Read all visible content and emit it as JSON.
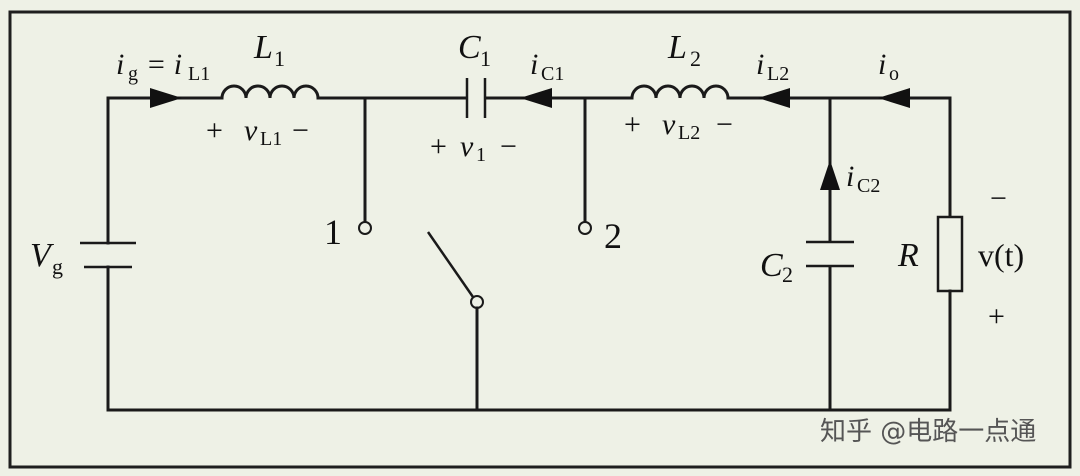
{
  "colors": {
    "background": "#eef1e6",
    "frame": "#1f1f1f",
    "wire": "#1a1a1a",
    "watermark": "#555555"
  },
  "labels": {
    "ig": "i",
    "ig_sub": "g",
    "ig_eq": "= i",
    "iL1_sub": "L1",
    "L1": "L",
    "L1_sub": "1",
    "vL1_plus": "+",
    "vL1": "v",
    "vL1_sub": "L1",
    "vL1_minus": "−",
    "C1": "C",
    "C1_sub": "1",
    "iC1": "i",
    "iC1_sub": "C1",
    "v1_plus": "+",
    "v1": "v",
    "v1_sub": "1",
    "v1_minus": "−",
    "L2": "L",
    "L2_sub": "2",
    "iL2": "i",
    "iL2_sub": "L2",
    "vL2_plus": "+",
    "vL2": "v",
    "vL2_sub": "L2",
    "vL2_minus": "−",
    "io": "i",
    "io_sub": "o",
    "iC2": "i",
    "iC2_sub": "C2",
    "C2": "C",
    "C2_sub": "2",
    "R": "R",
    "vt_minus": "−",
    "vt": "v(t)",
    "vt_plus": "+",
    "Vg": "V",
    "Vg_sub": "g",
    "node1": "1",
    "node2": "2"
  },
  "watermark": {
    "text": "知乎 @电路一点通"
  }
}
